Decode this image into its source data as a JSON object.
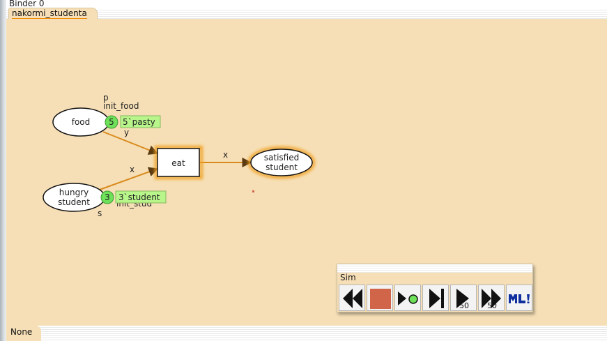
{
  "binder": {
    "title": "Binder 0"
  },
  "tabs": [
    {
      "label": "nakormi_studenta"
    }
  ],
  "status": {
    "label": "None"
  },
  "net": {
    "places": {
      "food": {
        "name": "food",
        "type_label": "p",
        "init_label": "init_food",
        "token_count": "5",
        "marking": "5`pasty"
      },
      "hungry": {
        "name_line1": "hungry",
        "name_line2": "student",
        "type_label": "s",
        "init_label": "init_stud",
        "token_count": "3",
        "marking": "3`student"
      },
      "satisfied": {
        "name_line1": "satisfied",
        "name_line2": "student"
      }
    },
    "transitions": {
      "eat": {
        "name": "eat"
      }
    },
    "arcs": {
      "food_to_eat": "y",
      "hungry_to_eat": "x",
      "eat_to_satisfied": "x"
    }
  },
  "sim_palette": {
    "title": "Sim",
    "tools": [
      {
        "name": "rewind",
        "sub": ""
      },
      {
        "name": "stop",
        "sub": ""
      },
      {
        "name": "play-single",
        "sub": ""
      },
      {
        "name": "step",
        "sub": ""
      },
      {
        "name": "play-50",
        "sub": "50"
      },
      {
        "name": "fast-forward-50",
        "sub": "50"
      },
      {
        "name": "ml",
        "sub": ""
      }
    ]
  },
  "colors": {
    "canvas": "#f6dfb6",
    "enabled_glow": "#f0a020",
    "token_green": "#6ee05a",
    "marking_bg": "#b8f58a",
    "stop_red": "#d0654a",
    "ml_blue": "#1030a0"
  }
}
